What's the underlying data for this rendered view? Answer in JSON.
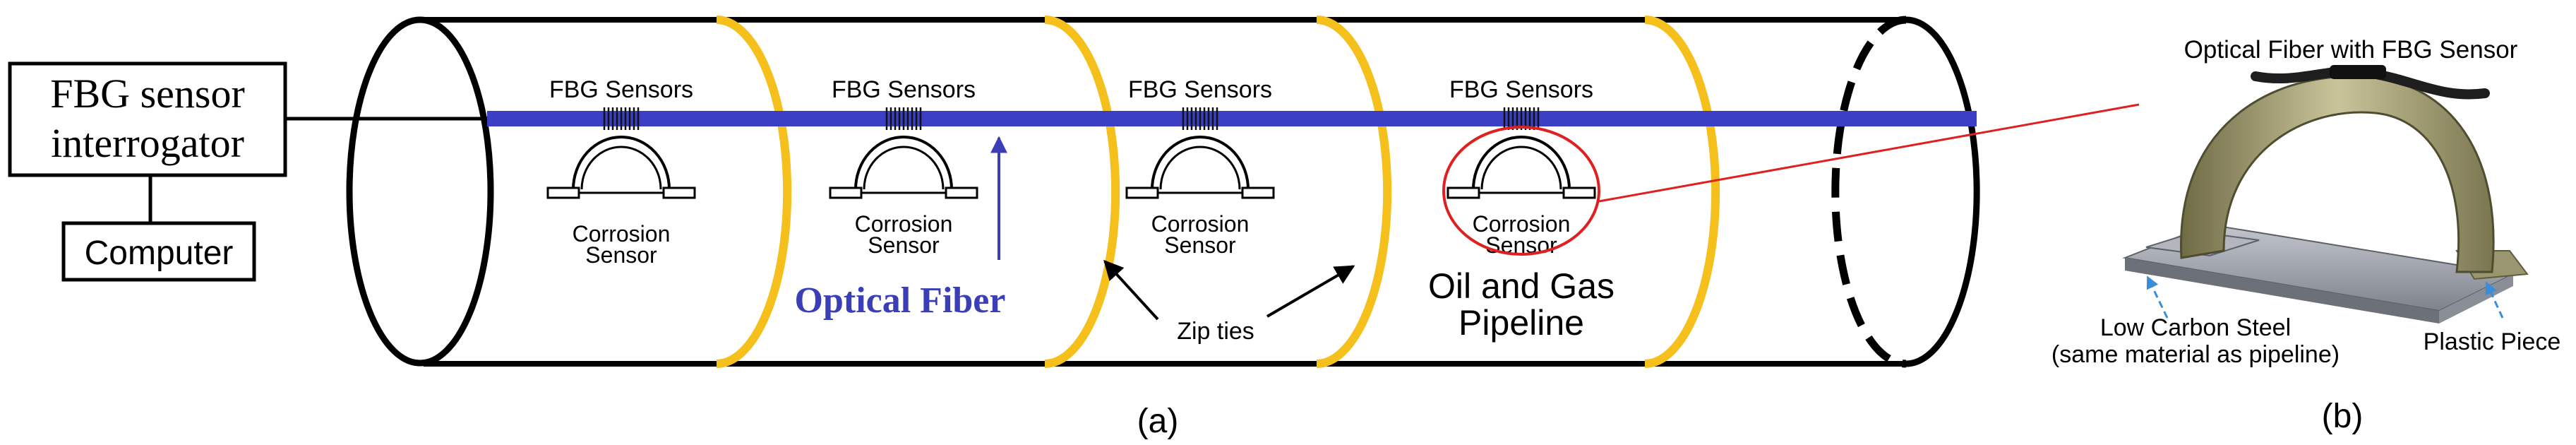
{
  "interrogator": {
    "line1": "FBG sensor",
    "line2": "interrogator"
  },
  "computer": {
    "label": "Computer"
  },
  "pipe": {
    "sensor_header": "FBG Sensors",
    "corrosion_line1": "Corrosion",
    "corrosion_line2": "Sensor",
    "optical_fiber": "Optical Fiber",
    "zip_ties": "Zip ties",
    "pipeline_line1": "Oil and Gas",
    "pipeline_line2": "Pipeline",
    "caption": "(a)"
  },
  "detail": {
    "top_label": "Optical Fiber with FBG Sensor",
    "steel_line1": "Low Carbon Steel",
    "steel_line2": "(same material as pipeline)",
    "plastic": "Plastic Piece",
    "caption": "(b)"
  },
  "colors": {
    "fiber": "#3b3fc4",
    "zip_tie": "#f5bf1c",
    "fiber_label": "#3a3fb8",
    "callout": "#e02020",
    "arch": "#8e8a5c",
    "steel": "#9c9fa8",
    "arrow": "#3a8ed8"
  }
}
